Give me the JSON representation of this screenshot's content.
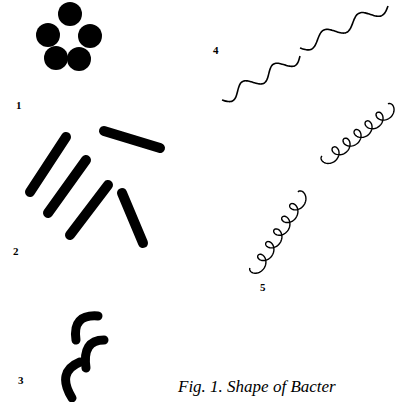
{
  "diagram": {
    "caption": "Fig. 1. Shape of Bacter",
    "labels": [
      "1",
      "2",
      "3",
      "4",
      "5"
    ]
  }
}
